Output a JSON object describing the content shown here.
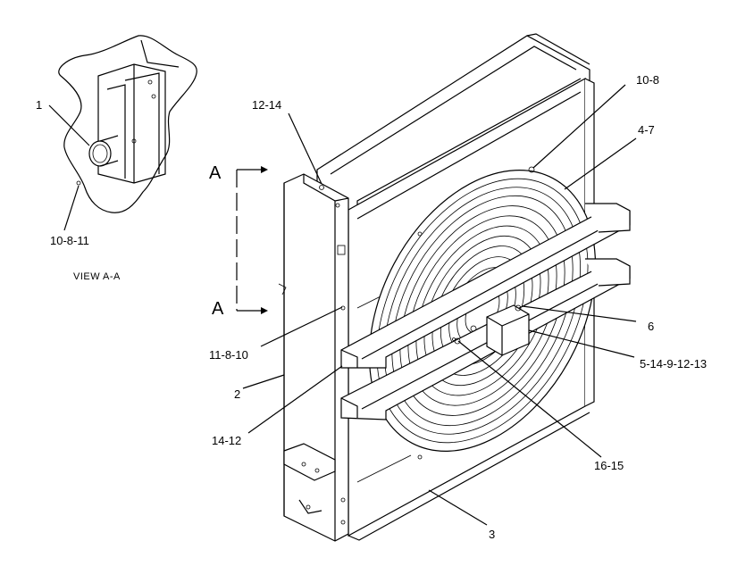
{
  "inset": {
    "callout_1": "1",
    "callout_10_8_11": "10-8-11",
    "view_label": "VIEW A-A"
  },
  "section": {
    "letter_top": "A",
    "letter_bottom": "A"
  },
  "callouts": {
    "c_12_14": "12-14",
    "c_10_8": "10-8",
    "c_4_7": "4-7",
    "c_6": "6",
    "c_5_14_9_12_13": "5-14-9-12-13",
    "c_11_8_10": "11-8-10",
    "c_2": "2",
    "c_14_12": "14-12",
    "c_16_15": "16-15",
    "c_3": "3"
  }
}
